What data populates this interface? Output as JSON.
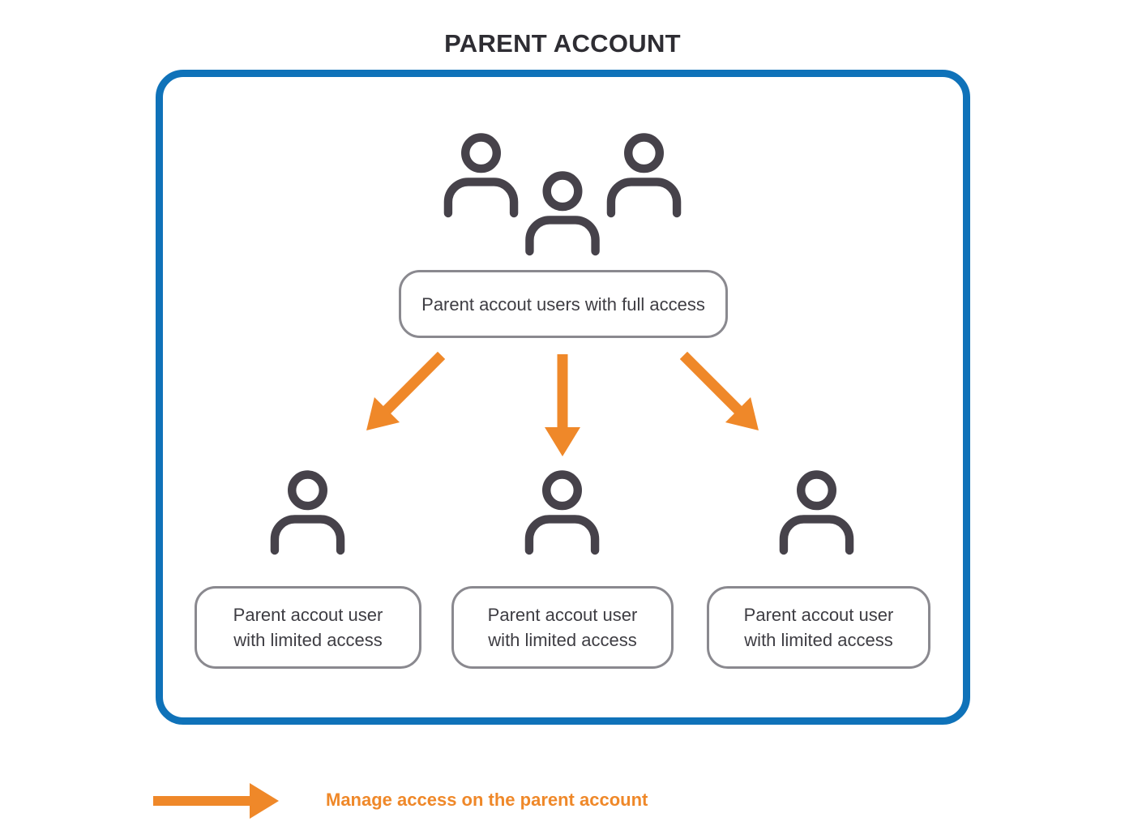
{
  "colors": {
    "blue": "#0F72B9",
    "orange": "#EF8829",
    "icon": "#46424A",
    "text": "#3E3D43",
    "border": "#8A898F",
    "title": "#2E2D33"
  },
  "diagram": {
    "title": "PARENT ACCOUNT",
    "full_access_node": {
      "icon": "users-group-icon",
      "label": "Parent accout users with full access"
    },
    "limited_access_nodes": [
      {
        "icon": "user-icon",
        "line1": "Parent accout user",
        "line2": "with limited access"
      },
      {
        "icon": "user-icon",
        "line1": "Parent accout user",
        "line2": "with limited access"
      },
      {
        "icon": "user-icon",
        "line1": "Parent accout user",
        "line2": "with limited access"
      }
    ],
    "arrows": [
      {
        "icon": "arrow-down-left-icon"
      },
      {
        "icon": "arrow-down-icon"
      },
      {
        "icon": "arrow-down-right-icon"
      }
    ],
    "legend": {
      "icon": "arrow-right-icon",
      "label": "Manage access on the parent account"
    }
  }
}
